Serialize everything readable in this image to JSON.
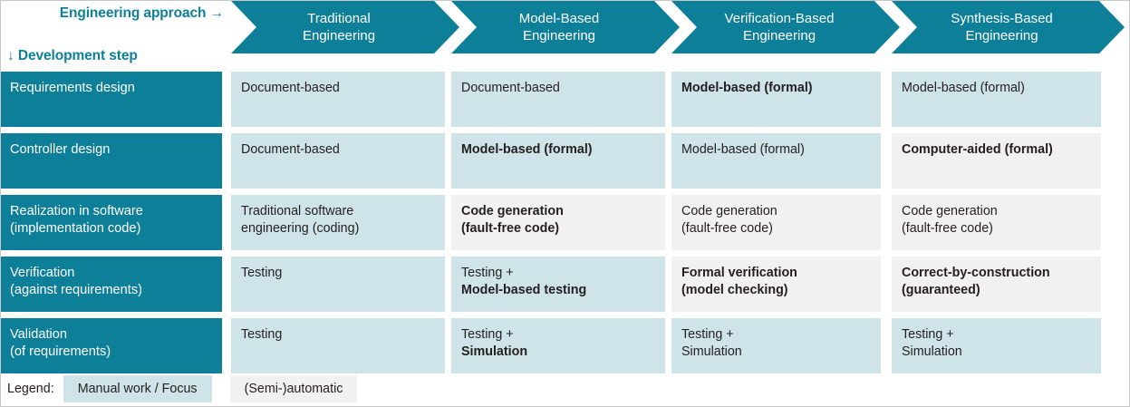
{
  "axis_labels": {
    "columns_axis": "Engineering approach →",
    "rows_axis": "↓ Development step"
  },
  "colors": {
    "teal": "#0d7f99",
    "manual_bg": "#cfe4e9",
    "auto_bg": "#f1f1f1",
    "text": "#231f20"
  },
  "columns": [
    {
      "line1": "Traditional",
      "line2": "Engineering"
    },
    {
      "line1": "Model-Based",
      "line2": "Engineering"
    },
    {
      "line1": "Verification-Based",
      "line2": "Engineering"
    },
    {
      "line1": "Synthesis-Based",
      "line2": "Engineering"
    }
  ],
  "rows": [
    {
      "header_line1": "Requirements design",
      "header_line2": "",
      "cells": [
        {
          "line1": "Document-based",
          "line2": "",
          "bold": false,
          "style": "manual"
        },
        {
          "line1": "Document-based",
          "line2": "",
          "bold": false,
          "style": "manual"
        },
        {
          "line1": "Model-based (formal)",
          "line2": "",
          "bold": true,
          "style": "manual"
        },
        {
          "line1": "Model-based (formal)",
          "line2": "",
          "bold": false,
          "style": "manual"
        }
      ]
    },
    {
      "header_line1": "Controller design",
      "header_line2": "",
      "cells": [
        {
          "line1": "Document-based",
          "line2": "",
          "bold": false,
          "style": "manual"
        },
        {
          "line1": "Model-based (formal)",
          "line2": "",
          "bold": true,
          "style": "manual"
        },
        {
          "line1": "Model-based (formal)",
          "line2": "",
          "bold": false,
          "style": "manual"
        },
        {
          "line1": "Computer-aided (formal)",
          "line2": "",
          "bold": true,
          "style": "auto"
        }
      ]
    },
    {
      "header_line1": "Realization in software",
      "header_line2": "(implementation code)",
      "cells": [
        {
          "line1": "Traditional software",
          "line2": "engineering (coding)",
          "bold": false,
          "style": "manual"
        },
        {
          "line1": "Code generation",
          "line2": "(fault-free code)",
          "bold": true,
          "style": "auto"
        },
        {
          "line1": "Code generation",
          "line2": "(fault-free code)",
          "bold": false,
          "style": "auto"
        },
        {
          "line1": "Code generation",
          "line2": "(fault-free code)",
          "bold": false,
          "style": "auto"
        }
      ]
    },
    {
      "header_line1": "Verification",
      "header_line2": "(against requirements)",
      "cells": [
        {
          "line1": "Testing",
          "line2": "",
          "bold": false,
          "style": "manual"
        },
        {
          "line1": "Testing +",
          "line2": "Model-based testing",
          "bold": false,
          "bold2": true,
          "style": "manual"
        },
        {
          "line1": "Formal verification",
          "line2": "(model checking)",
          "bold": true,
          "style": "auto"
        },
        {
          "line1": "Correct-by-construction",
          "line2": "(guaranteed)",
          "bold": true,
          "style": "auto"
        }
      ]
    },
    {
      "header_line1": "Validation",
      "header_line2": "(of requirements)",
      "cells": [
        {
          "line1": "Testing",
          "line2": "",
          "bold": false,
          "style": "manual"
        },
        {
          "line1": "Testing +",
          "line2": "Simulation",
          "bold": false,
          "bold2": true,
          "style": "manual"
        },
        {
          "line1": "Testing +",
          "line2": "Simulation",
          "bold": false,
          "style": "manual"
        },
        {
          "line1": "Testing +",
          "line2": "Simulation",
          "bold": false,
          "style": "manual"
        }
      ]
    }
  ],
  "legend": {
    "label": "Legend:",
    "manual_text": "Manual work / Focus",
    "auto_text": "(Semi-)automatic"
  }
}
